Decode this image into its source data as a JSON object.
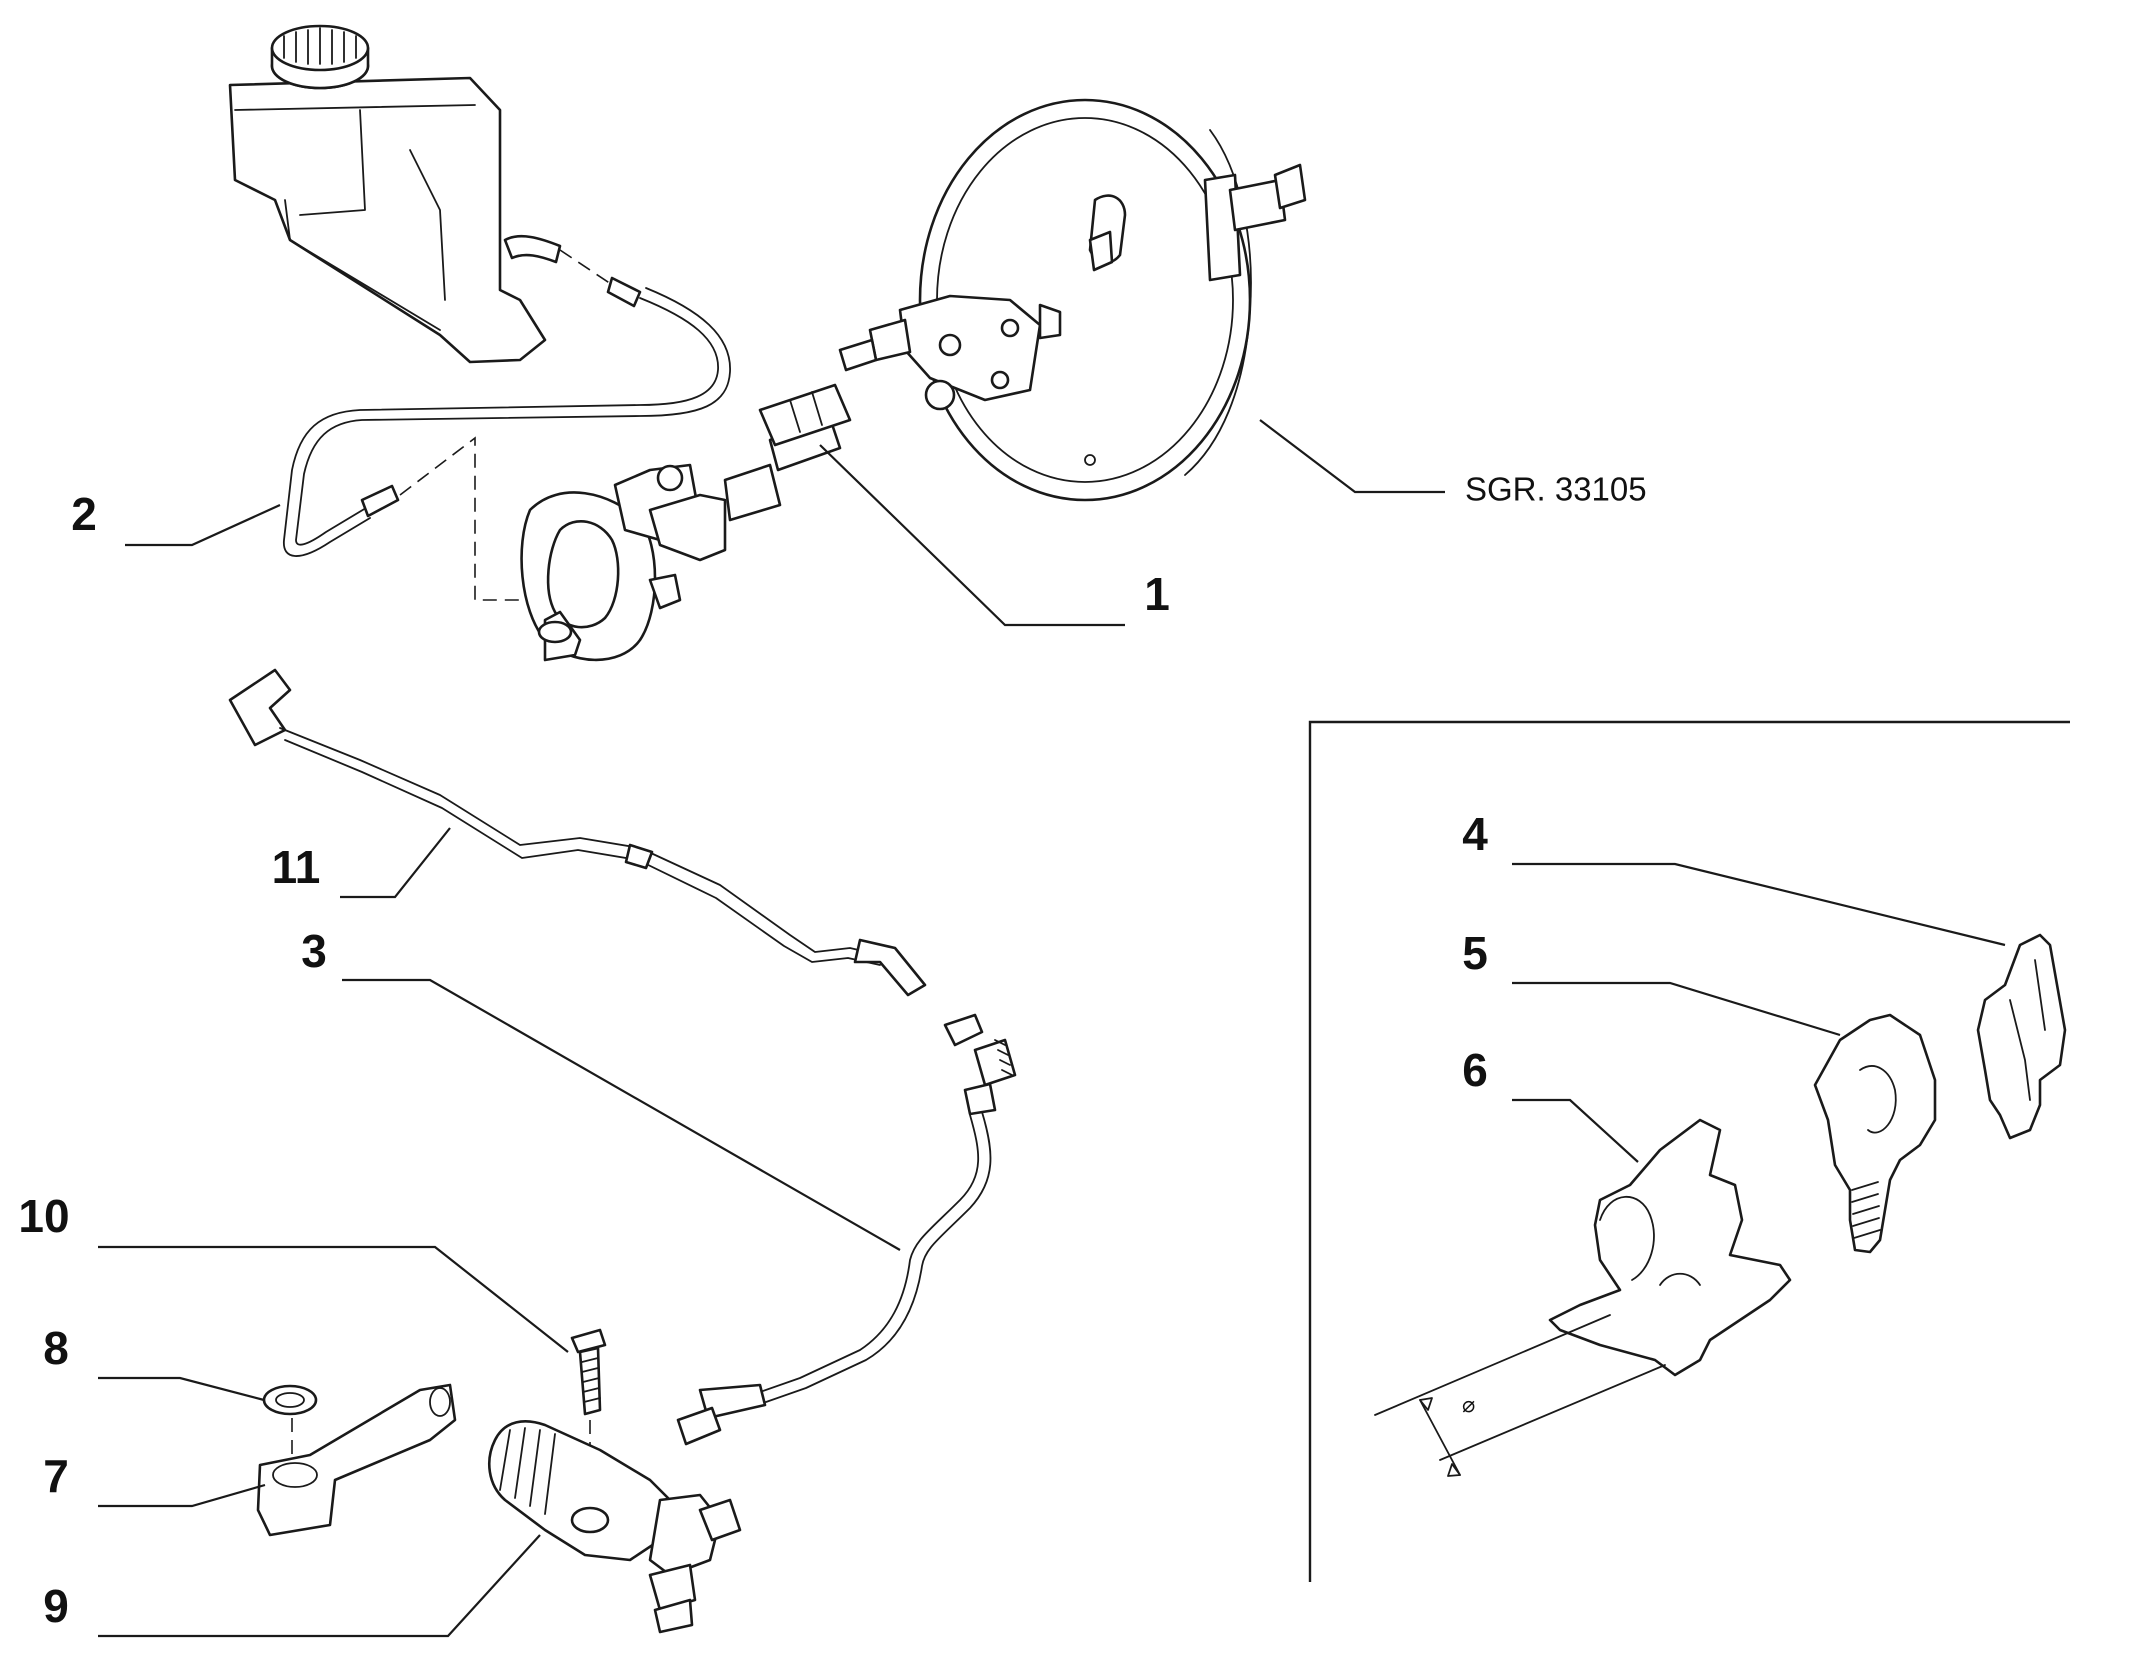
{
  "diagram": {
    "reference": "SGR. 33105",
    "callouts": [
      "1",
      "2",
      "3",
      "4",
      "5",
      "6",
      "7",
      "8",
      "9",
      "10",
      "11"
    ],
    "diameter_symbol": "⌀"
  }
}
